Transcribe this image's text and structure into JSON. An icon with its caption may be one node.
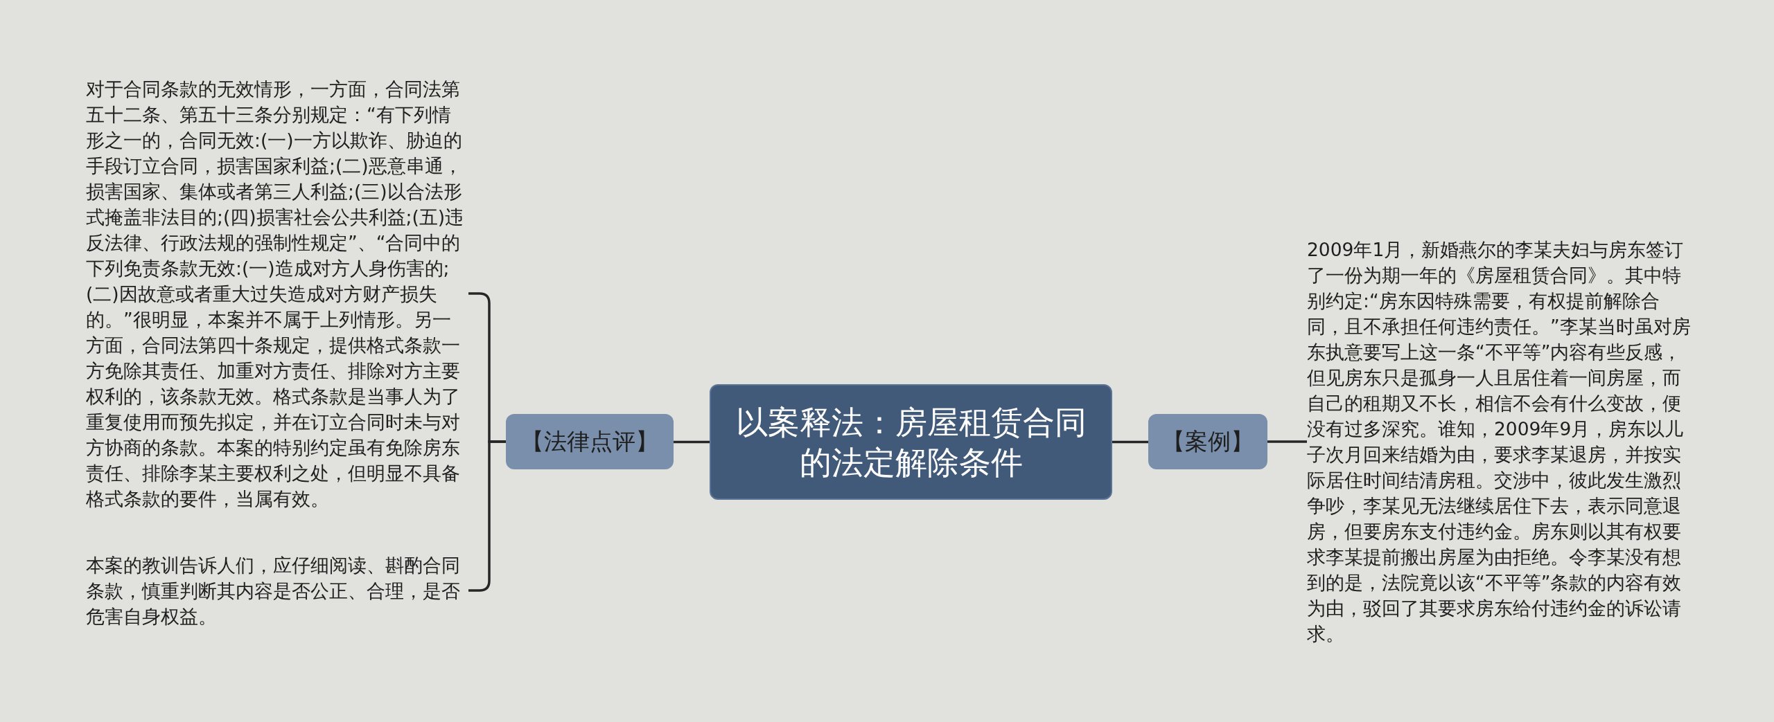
{
  "diagram": {
    "nodes": [
      {
        "text": [
          "以案释法：房屋租赁合同的法定解除条件"
        ]
      },
      {
        "text": [
          "【法律点评】"
        ]
      },
      {
        "text": [
          "对于合同条款的无效情形，一方面，合同法第五十二条、第五十三条分别规定：“有下列情形之一的，合同无效:(一)一方以欺诈、胁迫的手段订立合同，损害国家利益;(二)恶意串通，损害国家、集体或者第三人利益;(三)以合法形式掩盖非法目的;(四)损害社会公共利益;(五)违反法律、行政法规的强制性规定”、“合同中的下列免责条款无效:(一)造成对方人身伤害的;(二)因故意或者重大过失造成对方财产损失的。”很明显，本案并不属于上列情形。另一方面，合同法第四十条规定，提供格式条款一方免除其责任、加重对方责任、排除对方主要权利的，该条款无效。格式条款是当事人为了重复使用而预先拟定，并在订立合同时未与对方协商的条款。本案的特别约定虽有免除房东责任、排除李某主要权利之处，但明显不具备格式条款的要件，当属有效。"
        ]
      },
      {
        "text": [
          "本案的教训告诉人们，应仔细阅读、斟酌合同条款，慎重判断其内容是否公正、合理，是否危害自身权益。"
        ]
      },
      {
        "text": [
          "【案例】"
        ]
      },
      {
        "text": [
          "2009年1月，新婚燕尔的李某夫妇与房东签订了一份为期一年的《房屋租赁合同》。其中特别约定:“房东因特殊需要，有权提前解除合同，且不承担任何违约责任。”李某当时虽对房东执意要写上这一条“不平等”内容有些反感，但见房东只是孤身一人且居住着一间房屋，而自己的租期又不长，相信不会有什么变故，便没有过多深究。谁知，2009年9月，房东以儿子次月回来结婚为由，要求李某退房，并按实际居住时间结清房租。交涉中，彼此发生激烈争吵，李某见无法继续居住下去，表示同意退房，但要房东支付违约金。房东则以其有权要求李某提前搬出房屋为由拒绝。令李某没有想到的是，法院竟以该“不平等”条款的内容有效为由，驳回了其要求房东给付违约金的诉讼请求。"
        ]
      }
    ],
    "edges": [
      {
        "from": 0,
        "to": 1,
        "arrow": "none"
      },
      {
        "from": 1,
        "to": 2,
        "arrow": "none"
      },
      {
        "from": 1,
        "to": 3,
        "arrow": "none"
      },
      {
        "from": 0,
        "to": 4,
        "arrow": "none"
      },
      {
        "from": 4,
        "to": 5,
        "arrow": "none"
      }
    ]
  }
}
